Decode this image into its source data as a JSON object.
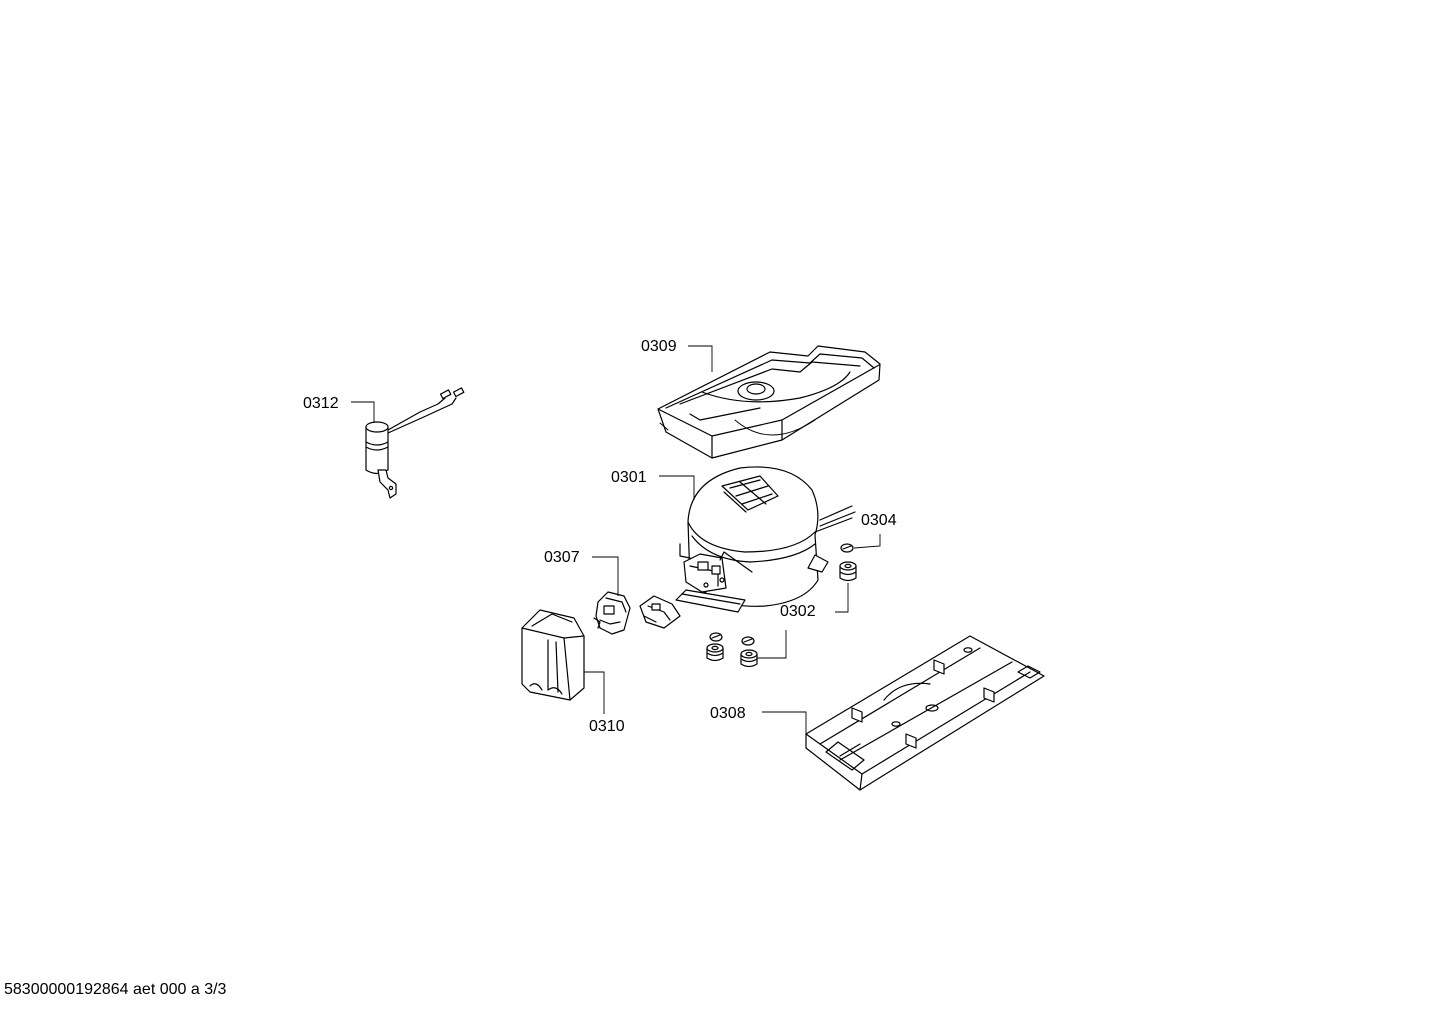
{
  "parts": [
    {
      "id": "p0309",
      "label": "0309"
    },
    {
      "id": "p0312",
      "label": "0312"
    },
    {
      "id": "p0301",
      "label": "0301"
    },
    {
      "id": "p0304",
      "label": "0304"
    },
    {
      "id": "p0307",
      "label": "0307"
    },
    {
      "id": "p0302",
      "label": "0302"
    },
    {
      "id": "p0310",
      "label": "0310"
    },
    {
      "id": "p0308",
      "label": "0308"
    }
  ],
  "footer": {
    "text": "58300000192864 aet 000 a 3/3"
  }
}
